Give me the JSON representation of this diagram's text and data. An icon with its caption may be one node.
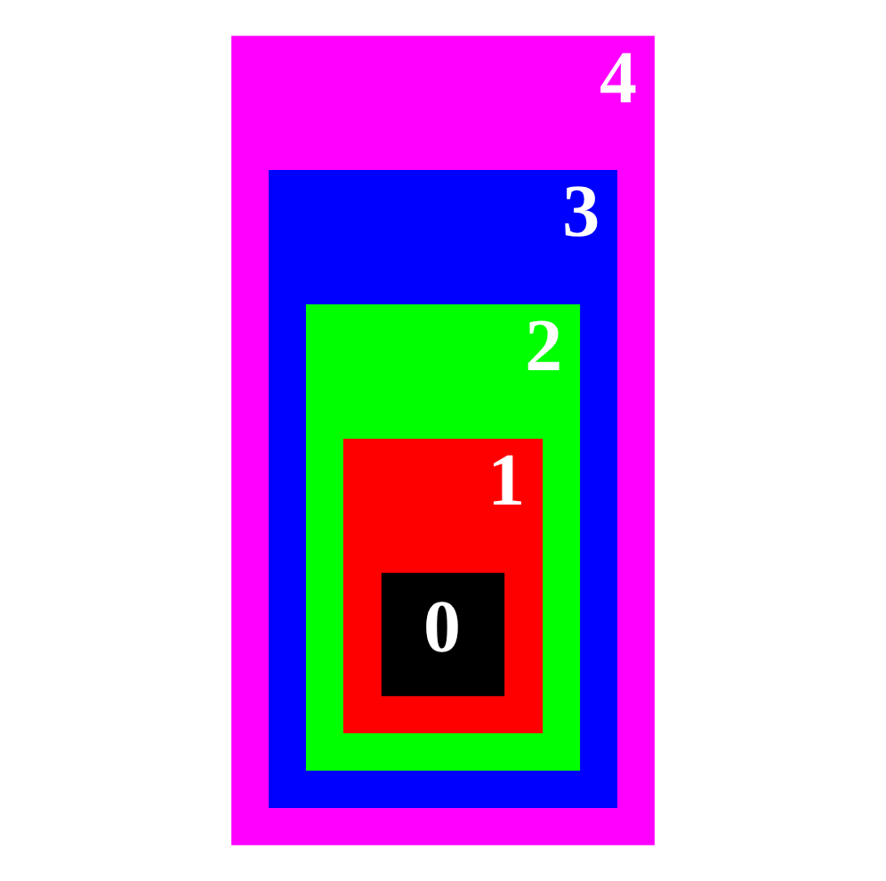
{
  "diagram": {
    "nodes": [
      {
        "text": [
          "4"
        ]
      },
      {
        "text": [
          "3"
        ],
        "in": 0
      },
      {
        "text": [
          "2"
        ],
        "in": 1
      },
      {
        "text": [
          "1"
        ],
        "in": 2
      },
      {
        "text": [
          "0"
        ],
        "in": 3
      }
    ]
  }
}
